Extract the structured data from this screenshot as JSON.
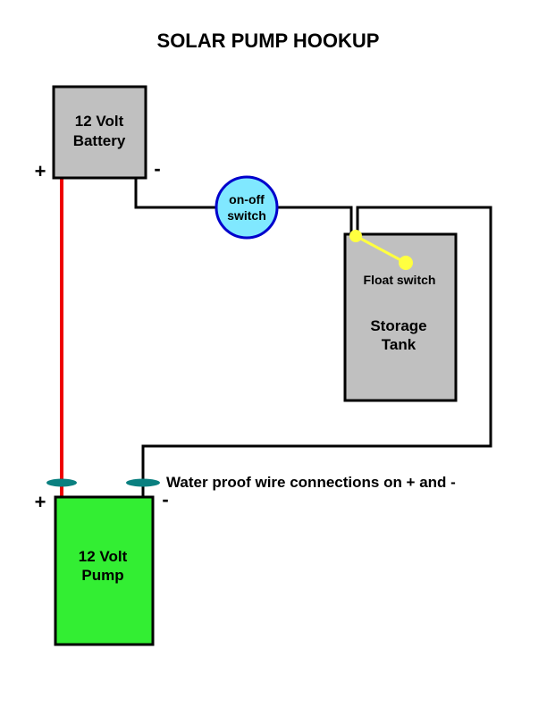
{
  "title": "SOLAR PUMP HOOKUP",
  "battery": {
    "line1": "12 Volt",
    "line2": "Battery",
    "plus": "+",
    "minus": "-",
    "fill": "#c0c0c0"
  },
  "switch": {
    "line1": "on-off",
    "line2": "switch",
    "fill": "#80e8ff",
    "ring": "#0000cc"
  },
  "tank": {
    "float_label": "Float switch",
    "line1": "Storage",
    "line2": "Tank",
    "fill": "#c0c0c0",
    "float_color": "#ffff40"
  },
  "pump": {
    "line1": "12 Volt",
    "line2": "Pump",
    "plus": "+",
    "minus": "-",
    "fill": "#33ee33"
  },
  "connections_note": "Water proof wire connections on + and -",
  "colors": {
    "positive_wire": "#ee0000",
    "wire": "#000000",
    "connector": "#0a8080"
  }
}
